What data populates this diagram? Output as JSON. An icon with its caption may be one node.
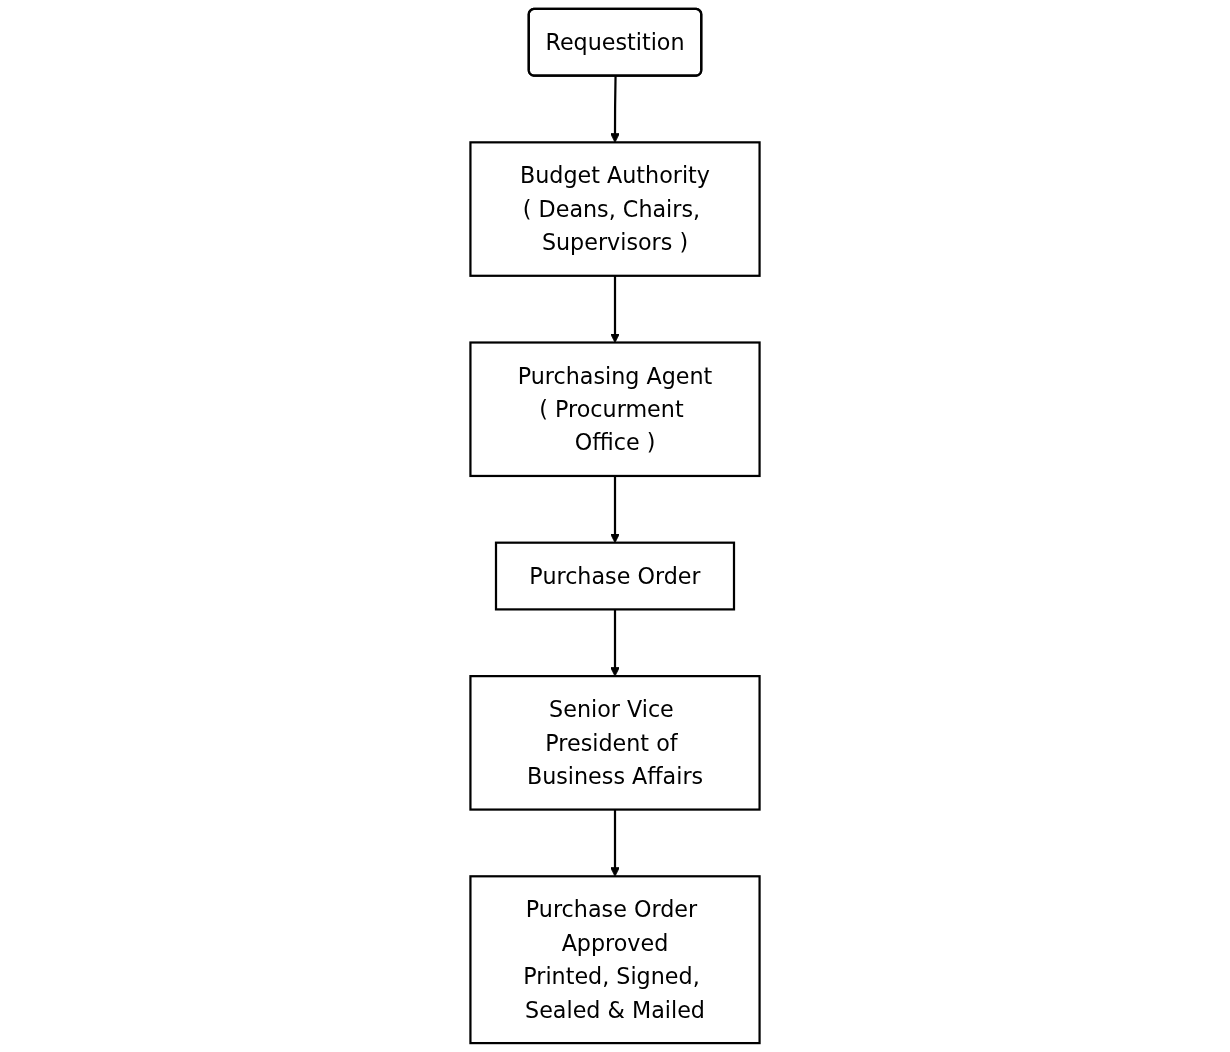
{
  "diagram": {
    "nodes": [
      {
        "text": [
          "Requestition"
        ]
      },
      {
        "text": [
          "Budget Authority",
          "( Deans, Chairs, Supervisors )"
        ]
      },
      {
        "text": [
          "Purchasing Agent",
          "( Procurment Office )"
        ]
      },
      {
        "text": [
          "Purchase Order"
        ]
      },
      {
        "text": [
          "Senior Vice President of Business Affairs"
        ]
      },
      {
        "text": [
          "Purchase Order Approved",
          "Printed, Signed, Sealed & Mailed"
        ]
      }
    ],
    "edges": [
      {
        "from": 0,
        "to": 1,
        "arrow": "to"
      },
      {
        "from": 1,
        "to": 2,
        "arrow": "to"
      },
      {
        "from": 2,
        "to": 3,
        "arrow": "to"
      },
      {
        "from": 3,
        "to": 4,
        "arrow": "to"
      },
      {
        "from": 4,
        "to": 5,
        "arrow": "to"
      }
    ]
  }
}
